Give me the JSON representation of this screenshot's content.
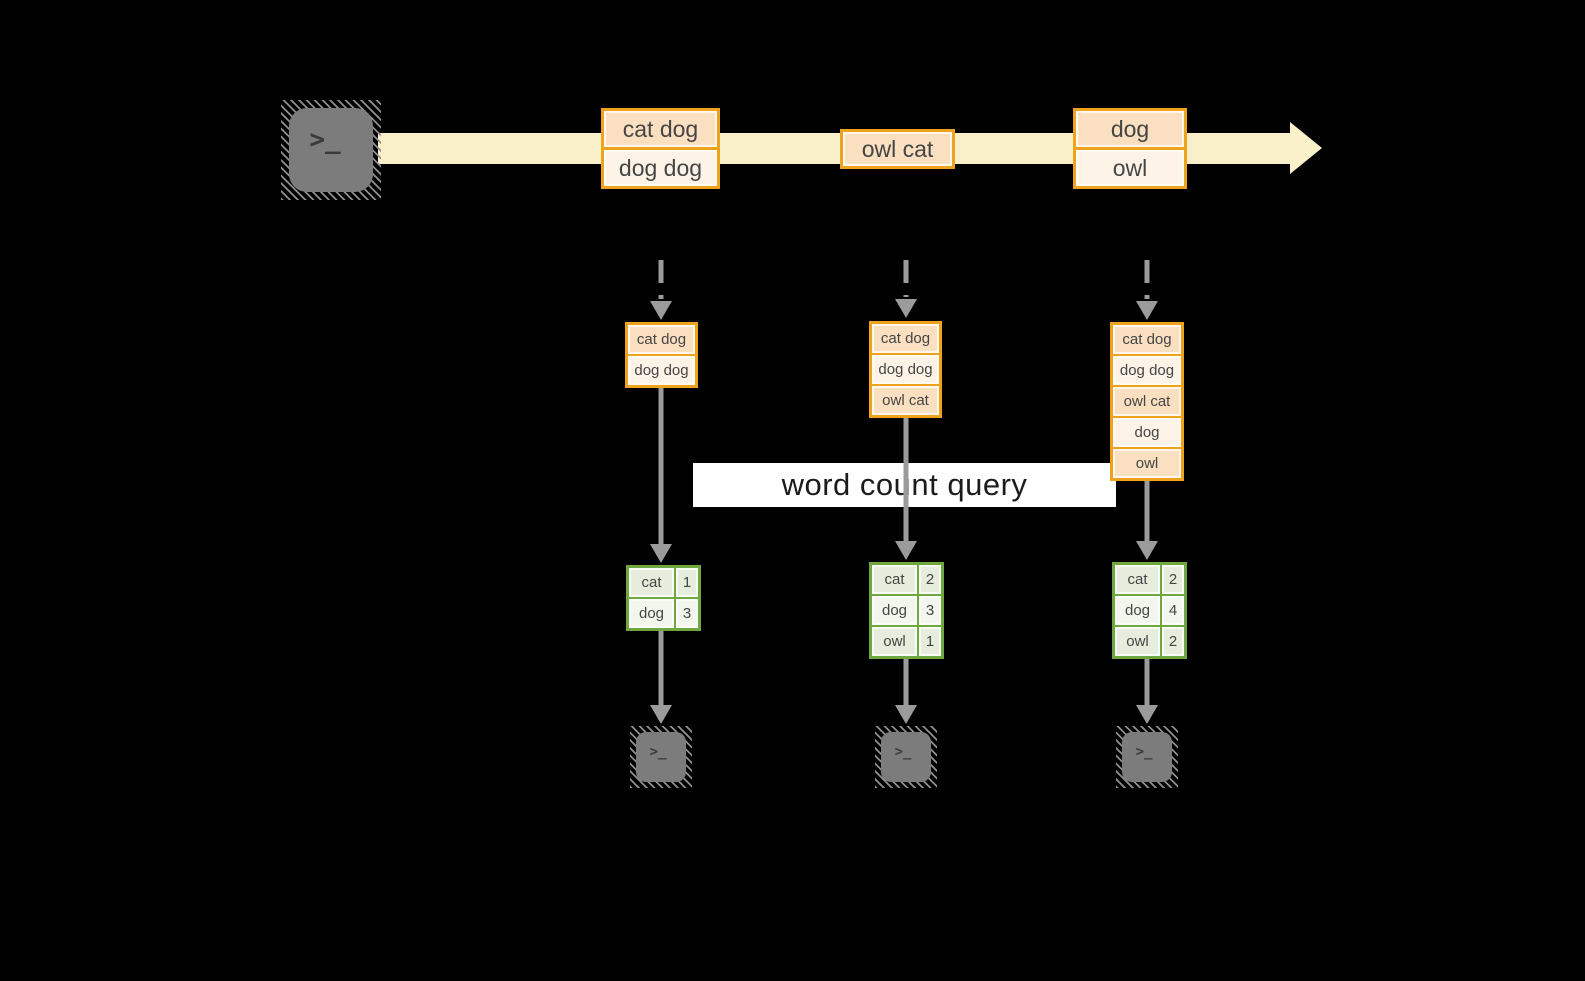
{
  "diagram": {
    "label": "word count query",
    "terminal_glyph": ">_",
    "timeline": {
      "events": [
        {
          "cells": [
            "cat dog",
            "dog dog"
          ]
        },
        {
          "cells": [
            "owl cat"
          ]
        },
        {
          "cells": [
            "dog",
            "owl"
          ]
        }
      ]
    },
    "columns": [
      {
        "state": [
          "cat dog",
          "dog dog"
        ],
        "counts": [
          {
            "word": "cat",
            "count": "1"
          },
          {
            "word": "dog",
            "count": "3"
          }
        ]
      },
      {
        "state": [
          "cat dog",
          "dog dog",
          "owl cat"
        ],
        "counts": [
          {
            "word": "cat",
            "count": "2"
          },
          {
            "word": "dog",
            "count": "3"
          },
          {
            "word": "owl",
            "count": "1"
          }
        ]
      },
      {
        "state": [
          "cat dog",
          "dog dog",
          "owl cat",
          "dog",
          "owl"
        ],
        "counts": [
          {
            "word": "cat",
            "count": "2"
          },
          {
            "word": "dog",
            "count": "4"
          },
          {
            "word": "owl",
            "count": "2"
          }
        ]
      }
    ],
    "colors": {
      "background": "#000000",
      "timeline_band": "#FAF0CA",
      "orange_border": "#EFA31D",
      "cell_peach": "#FADFC0",
      "cell_cream": "#FDF3E6",
      "green_border": "#6FA83F",
      "green_cell_dark": "#E7EDDD",
      "green_cell_light": "#F2F6ED",
      "arrow_gray": "#9B9B9B",
      "terminal_gray": "#7C7C7C",
      "label_bg": "#FFFFFF",
      "text": "#454545"
    }
  }
}
